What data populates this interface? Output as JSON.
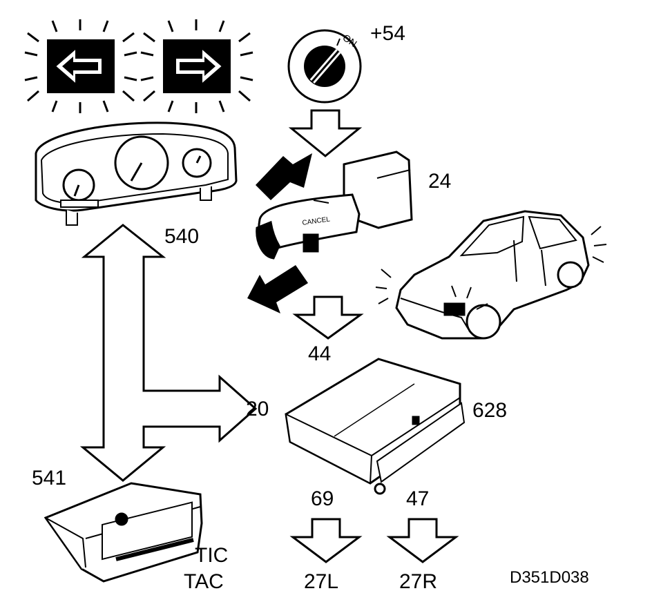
{
  "diagram": {
    "ignition": {
      "label": "+54",
      "switch_text": "ON"
    },
    "turn_signal_switch": {
      "label": "24",
      "text_cancel": "CANCEL"
    },
    "instrument_cluster": {
      "label": "540"
    },
    "exterior_lamps": {
      "label": "44"
    },
    "signal_input": {
      "label": "20"
    },
    "control_module": {
      "label": "628"
    },
    "trip_computer": {
      "label": "541",
      "name_line1": "TIC",
      "name_line2": "TAC"
    },
    "outputs": [
      {
        "from": "69",
        "to": "27L"
      },
      {
        "from": "47",
        "to": "27R"
      }
    ],
    "reference": "D351D038"
  },
  "style": {
    "line_color": "#000000",
    "background": "#ffffff"
  }
}
